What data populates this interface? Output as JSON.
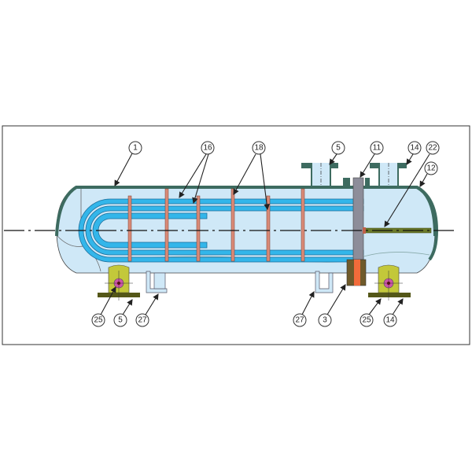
{
  "colors": {
    "shell_wall": "#3d6b60",
    "shell_fill": "#cfe8f7",
    "tube": "#33b6ea",
    "baffle": "#d98a77",
    "tubesheet": "#8d8d99",
    "flange": "#6f5a2a",
    "gasket": "#f26b3a",
    "saddle": "#c3c83a",
    "base_plate": "#545718",
    "bolt": "#cc55aa",
    "rod": "#6b7a2a"
  },
  "callouts": [
    {
      "id": "1"
    },
    {
      "id": "16"
    },
    {
      "id": "18"
    },
    {
      "id": "5"
    },
    {
      "id": "11"
    },
    {
      "id": "14"
    },
    {
      "id": "22"
    },
    {
      "id": "12"
    },
    {
      "id": "25"
    },
    {
      "id": "5"
    },
    {
      "id": "27"
    },
    {
      "id": "27"
    },
    {
      "id": "3"
    },
    {
      "id": "25"
    },
    {
      "id": "14"
    }
  ]
}
